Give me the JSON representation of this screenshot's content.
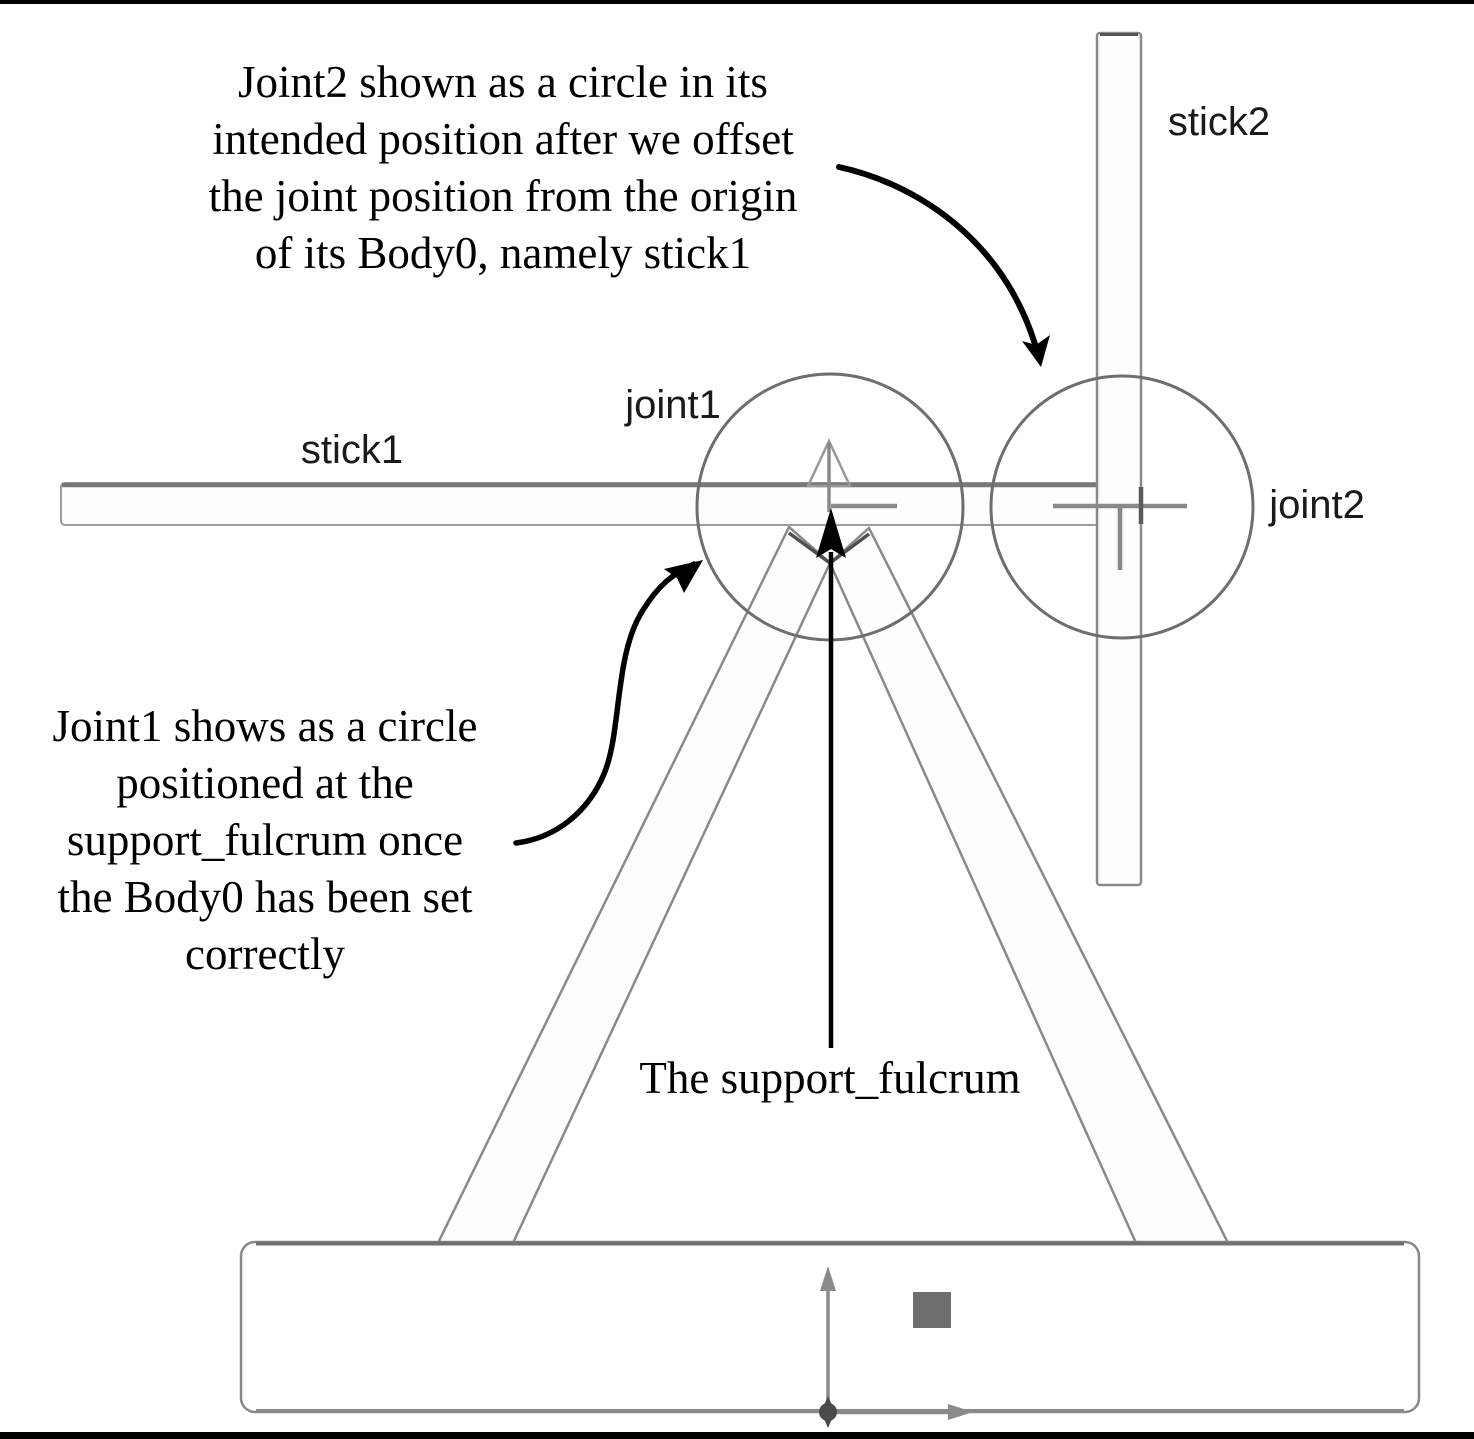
{
  "annotations": {
    "joint2_note": "Joint2 shown as a circle in its\nintended position after we offset\nthe joint position from the origin\nof its Body0, namely stick1",
    "joint1_note": "Joint1 shows as a circle\npositioned at the\nsupport_fulcrum once\nthe Body0 has been set\ncorrectly",
    "fulcrum_note": "The support_fulcrum"
  },
  "labels": {
    "stick1": "stick1",
    "stick2": "stick2",
    "joint1": "joint1",
    "joint2": "joint2"
  },
  "icons": {
    "joint1_callout_arrow": "curved-arrow",
    "joint2_callout_arrow": "curved-arrow",
    "fulcrum_arrow": "straight-up-arrow",
    "origin_frame": "xy-axis-frame"
  },
  "colors": {
    "background": "#ffffff",
    "frame_border": "#000000",
    "geometry_stroke": "#8a8a8a",
    "geometry_fill": "#fdfdfd",
    "dark_edge": "#4f4f4f",
    "circle_stroke": "#6e6e6e",
    "annotation_arrow": "#000000",
    "annotation_text": "#000000",
    "label_text": "#1a1a1a",
    "marker_square": "#6e6e6e",
    "origin_dot": "#4a4a4a",
    "axis_stroke": "#8a8a8a"
  }
}
